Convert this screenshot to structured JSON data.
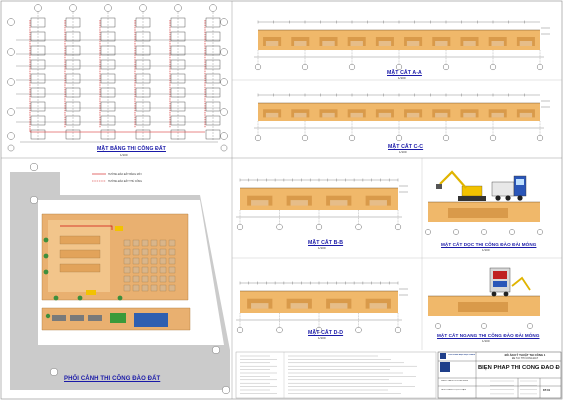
{
  "drawing": {
    "plan": {
      "title": "MẶT BẰNG THI CÔNG ĐẤT",
      "scale": "1/100"
    },
    "section_aa": {
      "title": "MẶT CẮT A-A",
      "scale": "1/100"
    },
    "section_cc": {
      "title": "MẶT CẮT C-C",
      "scale": "1/100"
    },
    "section_bb": {
      "title": "MẶT CẮT B-B",
      "scale": "1/100"
    },
    "section_dd": {
      "title": "MẶT CẮT D-D",
      "scale": "1/100"
    },
    "long_section": {
      "title": "MẶT CẮT DỌC THI CÔNG ĐÀO ĐÀI MÓNG",
      "scale": "1/100"
    },
    "cross_section": {
      "title": "MẶT CẮT NGANG THI CÔNG ĐÀO ĐÀI MÓNG",
      "scale": "1/100"
    },
    "perspective": {
      "title": "PHỐI CẢNH THI CÔNG ĐÀO ĐẤT"
    },
    "legend": [
      "HƯỚNG ĐÀO ĐẤT BẰNG MÁY",
      "HƯỚNG ĐÀO ĐẤT THỦ CÔNG"
    ]
  },
  "title_block": {
    "school": "TRƯỜNG ĐẠI HỌC KIẾN TRÚC HÀ NỘI",
    "project_type": "ĐỒ ÁN KỸ THUẬT THI CÔNG 1",
    "project_name": "ĐỀ TÀI: THI CÔNG ĐẤT",
    "sheet_title": "BIỆN PHÁP THI CÔNG ĐÀO ĐẤT",
    "sheet_no": "KT-01",
    "rows": [
      "GIÁO VIÊN HƯỚNG DẪN",
      "SINH VIÊN THỰC HIỆN"
    ]
  },
  "colors": {
    "soil": "#f0b86a",
    "soil_dark": "#d99a4a",
    "grid_red": "#d01010",
    "road_gray": "#c9c9c9",
    "title_blue": "#1a1aa8",
    "frame": "#8a8a8a"
  }
}
